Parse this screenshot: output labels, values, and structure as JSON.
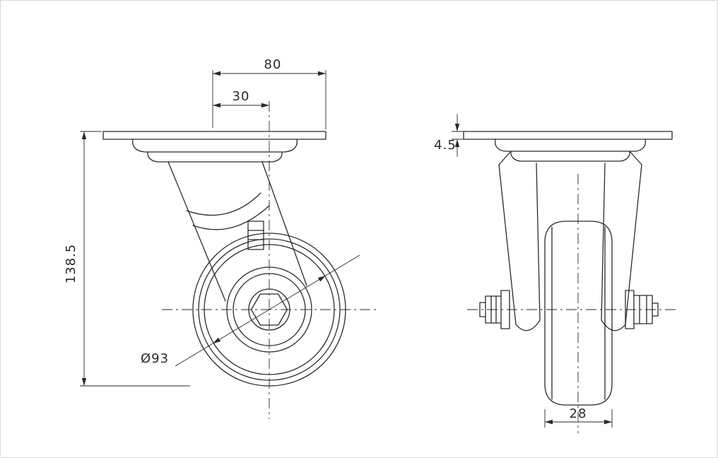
{
  "background": "#ffffff",
  "line_color": "#2a2a2a",
  "dimensions": {
    "plate_width": "80",
    "swivel_offset": "30",
    "overall_height": "138.5",
    "wheel_diameter": "Ø93",
    "plate_thickness": "4.5",
    "wheel_width": "28"
  }
}
